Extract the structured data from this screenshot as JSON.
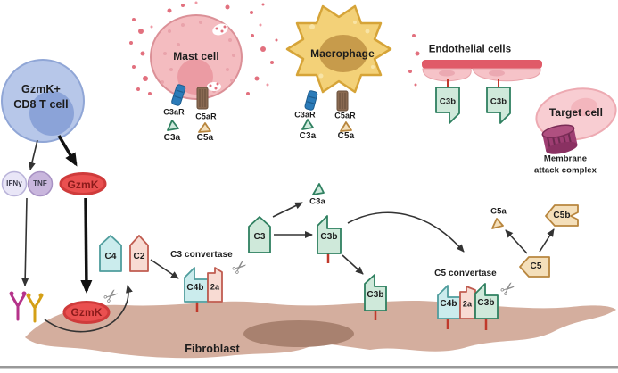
{
  "palette": {
    "complement_green": "#2f8060",
    "complement_green_fill": "#cfe9da",
    "c4_teal": "#4f9d9d",
    "c4_teal_fill": "#cbeced",
    "c2_rose": "#c05c50",
    "c2_rose_fill": "#f8dbd3",
    "c5_amber": "#b8863e",
    "c5_amber_fill": "#f4dfba",
    "gzmk_red": "#ea5050",
    "membrane_pin_red": "#c0392b",
    "endothelial_red": "#e05a68",
    "fibroblast_tan": "#d4ae9e",
    "mast_pink": "#f4bcc0",
    "macrophage_yellow": "#f3d178",
    "tcell_blue": "#b7c7e9",
    "mac_purple": "#9e3d72",
    "arrow_dark": "#333333"
  },
  "icons": {
    "scissors": "✂"
  },
  "cd8_cell": {
    "line1": "GzmK+",
    "line2": "CD8 T cell"
  },
  "cytokines": {
    "ifng": "IFNγ",
    "tnf": "TNF",
    "gzmk": "GzmK"
  },
  "mast_cell": {
    "name": "Mast cell",
    "c3ar": "C3aR",
    "c5ar": "C5aR",
    "c3a": "C3a",
    "c5a": "C5a"
  },
  "macrophage": {
    "name": "Macrophage",
    "c3ar": "C3aR",
    "c5ar": "C5aR",
    "c3a": "C3a",
    "c5a": "C5a"
  },
  "endothelial": {
    "name": "Endothelial cells",
    "c3b_left": "C3b",
    "c3b_right": "C3b"
  },
  "target_cell": {
    "name": "Target cell",
    "mac_line1": "Membrane",
    "mac_line2": "attack complex"
  },
  "fibroblast": {
    "name": "Fibroblast",
    "gzmk_membrane": "GzmK"
  },
  "cascade": {
    "c4": "C4",
    "c2": "C2",
    "c3_convertase": "C3 convertase",
    "c3conv_c4b": "C4b",
    "c3conv_2a": "2a",
    "c3": "C3",
    "c3a": "C3a",
    "c3b": "C3b",
    "c3b_deposited": "C3b",
    "c5_convertase": "C5 convertase",
    "c5conv_c4b": "C4b",
    "c5conv_2a": "2a",
    "c5conv_c3b": "C3b",
    "c5": "C5",
    "c5a": "C5a",
    "c5b": "C5b"
  }
}
